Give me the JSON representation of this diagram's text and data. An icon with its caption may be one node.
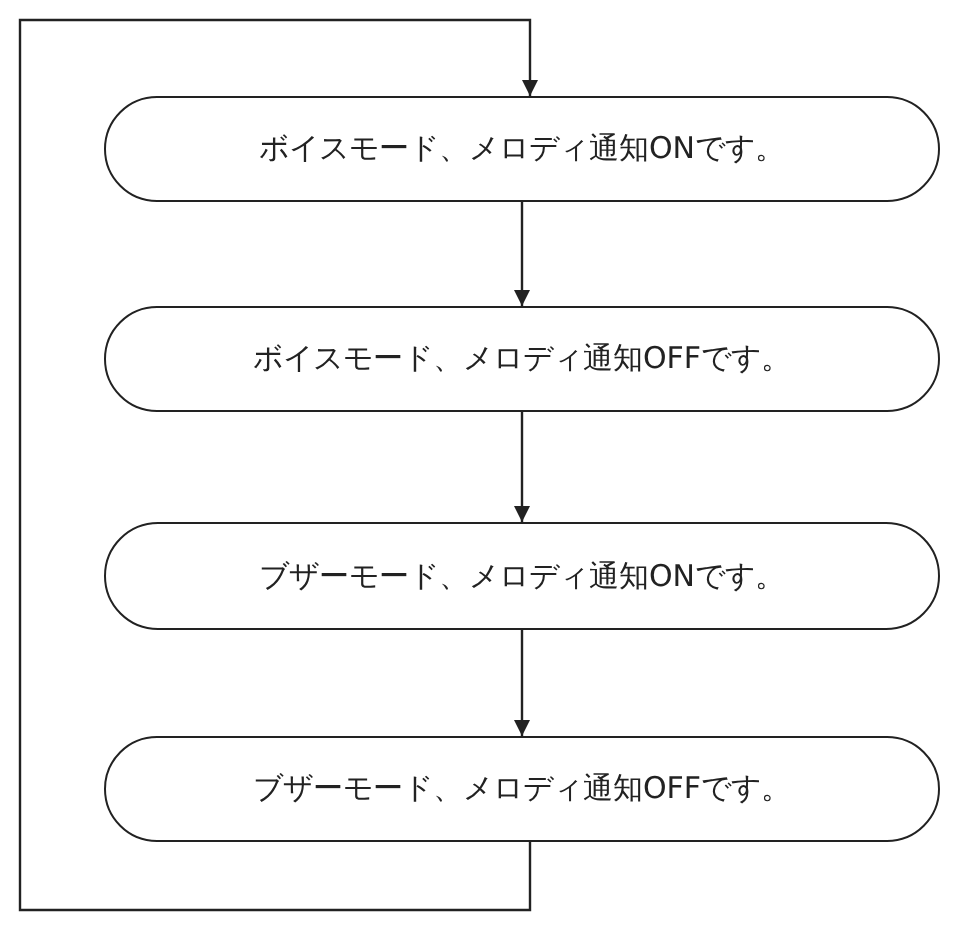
{
  "diagram": {
    "nodes": [
      {
        "text": [
          "ボイスモード、メロディ通知ONです。"
        ]
      },
      {
        "text": [
          "ボイスモード、メロディ通知OFFです。"
        ]
      },
      {
        "text": [
          "ブザーモード、メロディ通知ONです。"
        ]
      },
      {
        "text": [
          "ブザーモード、メロディ通知OFFです。"
        ]
      }
    ],
    "edges": [
      {
        "from": 0,
        "to": 1,
        "arrow": "to"
      },
      {
        "from": 1,
        "to": 2,
        "arrow": "to"
      },
      {
        "from": 2,
        "to": 3,
        "arrow": "to"
      },
      {
        "from": 3,
        "to": 0,
        "arrow": "to"
      }
    ]
  }
}
